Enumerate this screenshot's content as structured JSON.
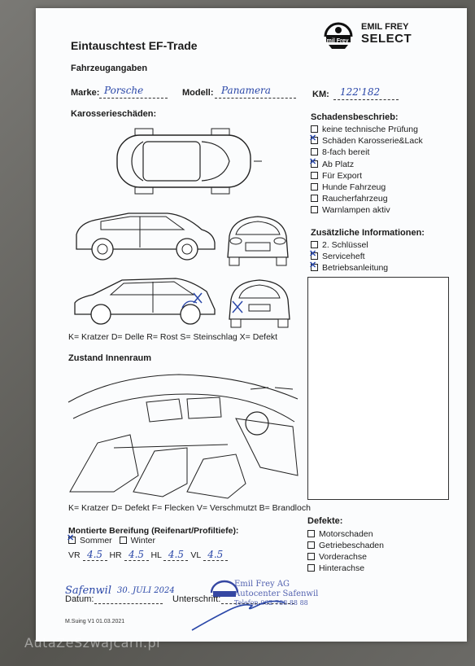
{
  "form": {
    "title": "Eintauschtest EF-Trade",
    "logo_top": "Emil Frey",
    "logo_brand1": "EMIL FREY",
    "logo_brand2": "SELECT",
    "section_vehicle": "Fahrzeugangaben",
    "marke_label": "Marke:",
    "marke_value": "Porsche",
    "modell_label": "Modell:",
    "modell_value": "Panamera",
    "km_label": "KM:",
    "km_value": "122'182",
    "body_damage_label": "Karosserieschäden:",
    "body_legend": "K= Kratzer D= Delle R= Rost S= Steinschlag X= Defekt",
    "interior_label": "Zustand Innenraum",
    "interior_legend": "K= Kratzer D= Defekt F= Flecken V= Verschmutzt B= Brandloch"
  },
  "damage_description": {
    "title": "Schadensbeschrieb:",
    "items": [
      {
        "label": "keine technische Prüfung",
        "checked": false
      },
      {
        "label": "Schäden Karosserie&Lack",
        "checked": true
      },
      {
        "label": "8-fach bereit",
        "checked": false
      },
      {
        "label": "Ab Platz",
        "checked": true
      },
      {
        "label": "Für Export",
        "checked": false
      },
      {
        "label": "Hunde Fahrzeug",
        "checked": false
      },
      {
        "label": "Raucherfahrzeug",
        "checked": false
      },
      {
        "label": "Warnlampen aktiv",
        "checked": false
      }
    ]
  },
  "additional_info": {
    "title": "Zusätzliche Informationen:",
    "items": [
      {
        "label": "2. Schlüssel",
        "checked": false
      },
      {
        "label": "Serviceheft",
        "checked": true
      },
      {
        "label": "Betriebsanleitung",
        "checked": true
      }
    ]
  },
  "tires": {
    "title": "Montierte Bereifung (Reifenart/Profiltiefe):",
    "sommer_label": "Sommer",
    "sommer_checked": true,
    "winter_label": "Winter",
    "winter_checked": false,
    "vr_label": "VR",
    "vr_value": "4.5",
    "hr_label": "HR",
    "hr_value": "4.5",
    "hl_label": "HL",
    "hl_value": "4.5",
    "vl_label": "VL",
    "vl_value": "4.5"
  },
  "defects": {
    "title": "Defekte:",
    "items": [
      {
        "label": "Motorschaden",
        "checked": false
      },
      {
        "label": "Getriebeschaden",
        "checked": false
      },
      {
        "label": "Vorderachse",
        "checked": false
      },
      {
        "label": "Hinterachse",
        "checked": false
      }
    ]
  },
  "footer": {
    "place_value": "Safenwil",
    "date_value": "30. JULI 2024",
    "datum_label": "Datum:",
    "unterschrift_label": "Unterschrift:",
    "stamp_line1": "Emil Frey AG",
    "stamp_line2": "Autocenter Safenwil",
    "stamp_line3": "Telefon 062 788 88 88",
    "version": "M.Suing V1 01.03.2021"
  },
  "watermark": "AutaZeSzwajcarii.pl",
  "colors": {
    "ink_blue": "#2a47a8",
    "print": "#1b1b1b",
    "paper": "#fbfcfd"
  }
}
